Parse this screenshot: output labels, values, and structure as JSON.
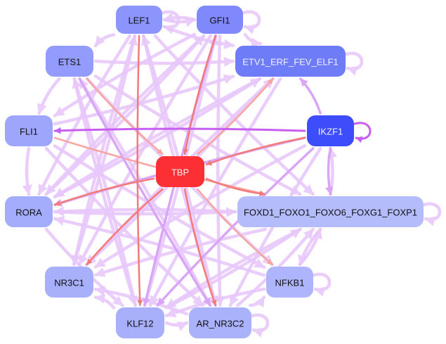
{
  "diagram": {
    "type": "gene-regulatory-network",
    "nodes": [
      {
        "id": "LEF1",
        "label": "LEF1",
        "fill": "#8c95fc",
        "text_color": "#111111"
      },
      {
        "id": "GFI1",
        "label": "GFI1",
        "fill": "#7f89fb",
        "text_color": "#111111"
      },
      {
        "id": "ETS1",
        "label": "ETS1",
        "fill": "#939cfc",
        "text_color": "#111111"
      },
      {
        "id": "ETV1_ERF_FEV_ELF1",
        "label": "ETV1_ERF_FEV_ELF1",
        "fill": "#6f7cf8",
        "text_color": "#f2f2ff"
      },
      {
        "id": "FLI1",
        "label": "FLI1",
        "fill": "#9ea6fc",
        "text_color": "#111111"
      },
      {
        "id": "IKZF1",
        "label": "IKZF1",
        "fill": "#3d4dfb",
        "text_color": "#f2f2ff"
      },
      {
        "id": "TBP",
        "label": "TBP",
        "fill": "#fc2f35",
        "text_color": "#fff0f0"
      },
      {
        "id": "RORA",
        "label": "RORA",
        "fill": "#a4acfc",
        "text_color": "#111111"
      },
      {
        "id": "FOXD1_FOXO1_FOXO6_FOXG1_FOXP1",
        "label": "FOXD1_FOXO1_FOXO6_FOXG1_FOXP1",
        "fill": "#b5bcfc",
        "text_color": "#111111"
      },
      {
        "id": "NR3C1",
        "label": "NR3C1",
        "fill": "#a8b0fc",
        "text_color": "#111111"
      },
      {
        "id": "NFKB1",
        "label": "NFKB1",
        "fill": "#aeb5fc",
        "text_color": "#111111"
      },
      {
        "id": "KLF12",
        "label": "KLF12",
        "fill": "#a8b0fc",
        "text_color": "#111111"
      },
      {
        "id": "AR_NR3C2",
        "label": "AR_NR3C2",
        "fill": "#aab2fc",
        "text_color": "#111111"
      }
    ],
    "edge_colors": {
      "activation_light": "#e8c8fb",
      "activation_medium": "#d9a6f7",
      "activation_strong": "#c85ef0",
      "repression": "#f47a7a",
      "repression_light": "#f8a5a0",
      "other": "#c9cdf8"
    },
    "edges": [
      {
        "source": "LEF1",
        "target": "LEF1",
        "kind": "activation_light"
      },
      {
        "source": "GFI1",
        "target": "GFI1",
        "kind": "activation_light"
      },
      {
        "source": "ETV1_ERF_FEV_ELF1",
        "target": "ETV1_ERF_FEV_ELF1",
        "kind": "activation_light"
      },
      {
        "source": "IKZF1",
        "target": "IKZF1",
        "kind": "activation_strong"
      },
      {
        "source": "FOXD1_FOXO1_FOXO6_FOXG1_FOXP1",
        "target": "FOXD1_FOXO1_FOXO6_FOXG1_FOXP1",
        "kind": "activation_light"
      },
      {
        "source": "NFKB1",
        "target": "NFKB1",
        "kind": "activation_light"
      },
      {
        "source": "AR_NR3C2",
        "target": "AR_NR3C2",
        "kind": "activation_light"
      },
      {
        "source": "LEF1",
        "target": "GFI1",
        "kind": "activation_light"
      },
      {
        "source": "GFI1",
        "target": "LEF1",
        "kind": "activation_light"
      },
      {
        "source": "GFI1",
        "target": "ETV1_ERF_FEV_ELF1",
        "kind": "activation_light"
      },
      {
        "source": "IKZF1",
        "target": "FLI1",
        "kind": "activation_strong"
      },
      {
        "source": "IKZF1",
        "target": "ETV1_ERF_FEV_ELF1",
        "kind": "activation_medium"
      },
      {
        "source": "IKZF1",
        "target": "FOXD1_FOXO1_FOXO6_FOXG1_FOXP1",
        "kind": "activation_medium"
      },
      {
        "source": "FOXD1_FOXO1_FOXO6_FOXG1_FOXP1",
        "target": "IKZF1",
        "kind": "activation_light"
      },
      {
        "source": "IKZF1",
        "target": "RORA",
        "kind": "activation_medium"
      },
      {
        "source": "IKZF1",
        "target": "KLF12",
        "kind": "activation_medium"
      },
      {
        "source": "IKZF1",
        "target": "TBP",
        "kind": "repression"
      },
      {
        "source": "FLI1",
        "target": "RORA",
        "kind": "activation_light"
      },
      {
        "source": "ETS1",
        "target": "FLI1",
        "kind": "activation_light"
      },
      {
        "source": "ETS1",
        "target": "ETV1_ERF_FEV_ELF1",
        "kind": "activation_light"
      },
      {
        "source": "ETS1",
        "target": "FOXD1_FOXO1_FOXO6_FOXG1_FOXP1",
        "kind": "activation_light"
      },
      {
        "source": "ETS1",
        "target": "KLF12",
        "kind": "activation_light"
      },
      {
        "source": "ETS1",
        "target": "TBP",
        "kind": "repression_light"
      },
      {
        "source": "LEF1",
        "target": "KLF12",
        "kind": "repression"
      },
      {
        "source": "LEF1",
        "target": "ETS1",
        "kind": "activation_light"
      },
      {
        "source": "LEF1",
        "target": "FOXD1_FOXO1_FOXO6_FOXG1_FOXP1",
        "kind": "activation_light"
      },
      {
        "source": "LEF1",
        "target": "AR_NR3C2",
        "kind": "activation_light"
      },
      {
        "source": "LEF1",
        "target": "ETV1_ERF_FEV_ELF1",
        "kind": "activation_light"
      },
      {
        "source": "GFI1",
        "target": "TBP",
        "kind": "repression"
      },
      {
        "source": "GFI1",
        "target": "NR3C1",
        "kind": "activation_light"
      },
      {
        "source": "GFI1",
        "target": "AR_NR3C2",
        "kind": "activation_light"
      },
      {
        "source": "GFI1",
        "target": "FLI1",
        "kind": "activation_light"
      },
      {
        "source": "FLI1",
        "target": "FOXD1_FOXO1_FOXO6_FOXG1_FOXP1",
        "kind": "repression_light"
      },
      {
        "source": "FLI1",
        "target": "NFKB1",
        "kind": "activation_light"
      },
      {
        "source": "FLI1",
        "target": "AR_NR3C2",
        "kind": "activation_light"
      },
      {
        "source": "RORA",
        "target": "FOXD1_FOXO1_FOXO6_FOXG1_FOXP1",
        "kind": "activation_light"
      },
      {
        "source": "FOXD1_FOXO1_FOXO6_FOXG1_FOXP1",
        "target": "RORA",
        "kind": "activation_light"
      },
      {
        "source": "RORA",
        "target": "ETV1_ERF_FEV_ELF1",
        "kind": "activation_light"
      },
      {
        "source": "RORA",
        "target": "KLF12",
        "kind": "activation_light"
      },
      {
        "source": "TBP",
        "target": "RORA",
        "kind": "repression"
      },
      {
        "source": "TBP",
        "target": "NR3C1",
        "kind": "repression"
      },
      {
        "source": "TBP",
        "target": "FOXD1_FOXO1_FOXO6_FOXG1_FOXP1",
        "kind": "repression"
      },
      {
        "source": "TBP",
        "target": "NFKB1",
        "kind": "repression_light"
      },
      {
        "source": "TBP",
        "target": "AR_NR3C2",
        "kind": "repression"
      },
      {
        "source": "ETV1_ERF_FEV_ELF1",
        "target": "RORA",
        "kind": "activation_light"
      },
      {
        "source": "ETV1_ERF_FEV_ELF1",
        "target": "NR3C1",
        "kind": "activation_light"
      },
      {
        "source": "ETV1_ERF_FEV_ELF1",
        "target": "KLF12",
        "kind": "activation_light"
      },
      {
        "source": "FOXD1_FOXO1_FOXO6_FOXG1_FOXP1",
        "target": "NR3C1",
        "kind": "activation_light"
      },
      {
        "source": "FOXD1_FOXO1_FOXO6_FOXG1_FOXP1",
        "target": "KLF12",
        "kind": "activation_light"
      },
      {
        "source": "FOXD1_FOXO1_FOXO6_FOXG1_FOXP1",
        "target": "NFKB1",
        "kind": "activation_light"
      },
      {
        "source": "NFKB1",
        "target": "RORA",
        "kind": "activation_light"
      },
      {
        "source": "NFKB1",
        "target": "KLF12",
        "kind": "activation_light"
      },
      {
        "source": "NFKB1",
        "target": "FOXD1_FOXO1_FOXO6_FOXG1_FOXP1",
        "kind": "activation_light"
      },
      {
        "source": "AR_NR3C2",
        "target": "NR3C1",
        "kind": "activation_light"
      },
      {
        "source": "AR_NR3C2",
        "target": "FOXD1_FOXO1_FOXO6_FOXG1_FOXP1",
        "kind": "activation_light"
      },
      {
        "source": "AR_NR3C2",
        "target": "NFKB1",
        "kind": "activation_light"
      },
      {
        "source": "AR_NR3C2",
        "target": "ETS1",
        "kind": "activation_light"
      },
      {
        "source": "AR_NR3C2",
        "target": "LEF1",
        "kind": "activation_light"
      },
      {
        "source": "KLF12",
        "target": "AR_NR3C2",
        "kind": "activation_light"
      },
      {
        "source": "KLF12",
        "target": "NR3C1",
        "kind": "activation_light"
      },
      {
        "source": "KLF12",
        "target": "ETS1",
        "kind": "activation_light"
      },
      {
        "source": "KLF12",
        "target": "GFI1",
        "kind": "activation_light"
      },
      {
        "source": "KLF12",
        "target": "FOXD1_FOXO1_FOXO6_FOXG1_FOXP1",
        "kind": "activation_light"
      },
      {
        "source": "NR3C1",
        "target": "ETV1_ERF_FEV_ELF1",
        "kind": "activation_light"
      },
      {
        "source": "NR3C1",
        "target": "LEF1",
        "kind": "activation_light"
      },
      {
        "source": "RORA",
        "target": "GFI1",
        "kind": "activation_light"
      },
      {
        "source": "ETS1",
        "target": "NFKB1",
        "kind": "activation_light"
      },
      {
        "source": "ETS1",
        "target": "AR_NR3C2",
        "kind": "activation_medium"
      },
      {
        "source": "GFI1",
        "target": "KLF12",
        "kind": "activation_medium"
      },
      {
        "source": "LEF1",
        "target": "NR3C1",
        "kind": "activation_light"
      },
      {
        "source": "FLI1",
        "target": "ETV1_ERF_FEV_ELF1",
        "kind": "activation_light"
      },
      {
        "source": "IKZF1",
        "target": "AR_NR3C2",
        "kind": "activation_light"
      },
      {
        "source": "IKZF1",
        "target": "NR3C1",
        "kind": "activation_light"
      },
      {
        "source": "TBP",
        "target": "ETV1_ERF_FEV_ELF1",
        "kind": "repression_light"
      },
      {
        "source": "GFI1",
        "target": "RORA",
        "kind": "activation_light"
      },
      {
        "source": "LEF1",
        "target": "RORA",
        "kind": "activation_light"
      }
    ]
  }
}
